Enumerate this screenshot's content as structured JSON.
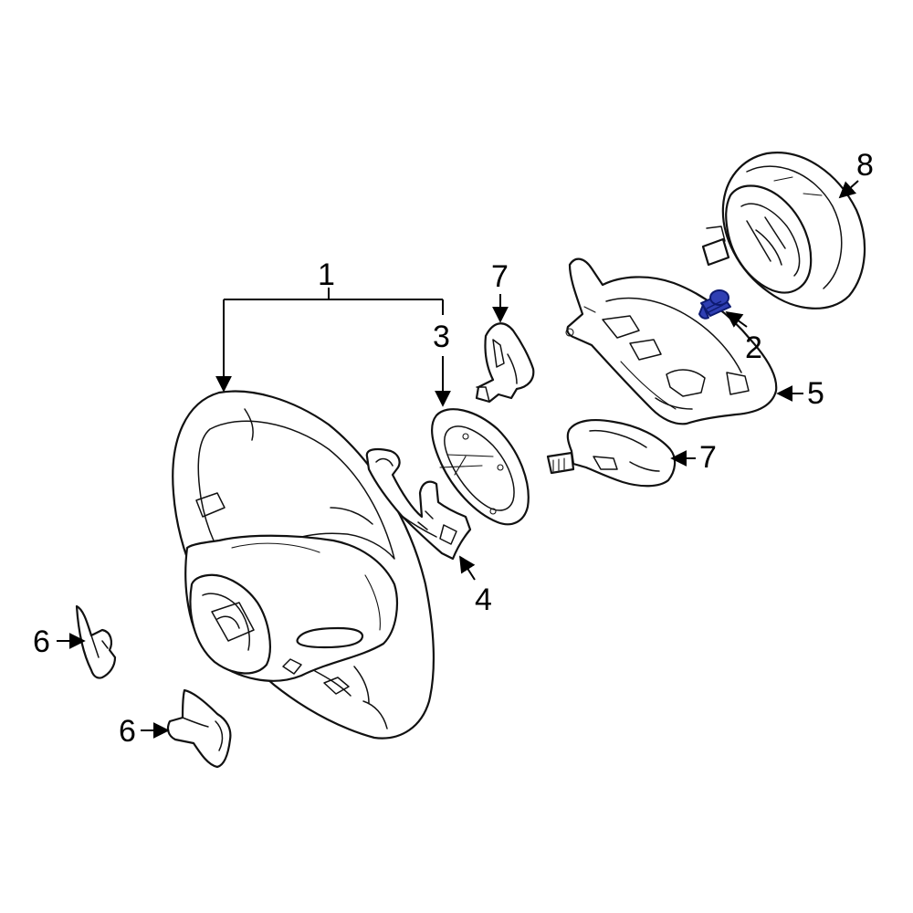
{
  "callouts": [
    {
      "id": "1",
      "label": "1"
    },
    {
      "id": "2",
      "label": "2"
    },
    {
      "id": "3",
      "label": "3"
    },
    {
      "id": "4",
      "label": "4"
    },
    {
      "id": "5",
      "label": "5"
    },
    {
      "id": "6a",
      "label": "6"
    },
    {
      "id": "6b",
      "label": "6"
    },
    {
      "id": "7a",
      "label": "7"
    },
    {
      "id": "7b",
      "label": "7"
    },
    {
      "id": "8",
      "label": "8"
    }
  ],
  "colors": {
    "line": "#111111",
    "highlight": "#2f3fb3",
    "background": "#ffffff"
  },
  "highlighted_part": "2"
}
